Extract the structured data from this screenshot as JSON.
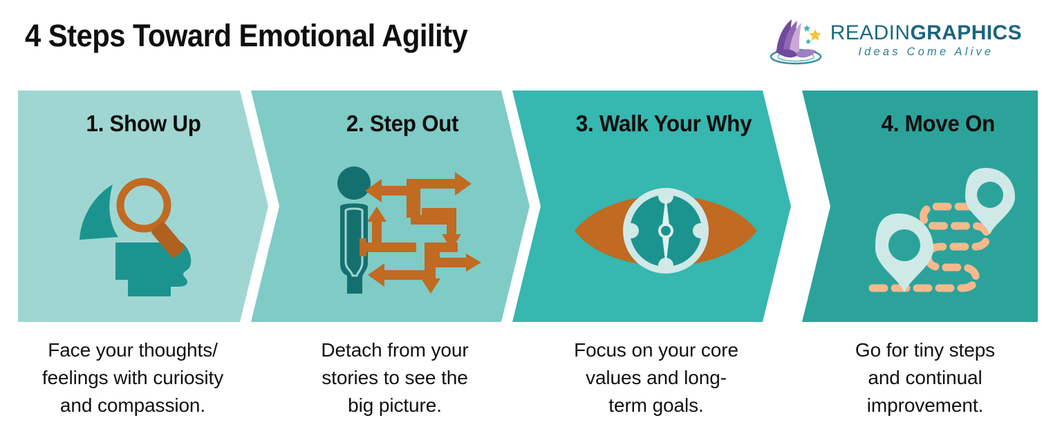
{
  "header": {
    "title": "4 Steps Toward Emotional Agility",
    "logo": {
      "word_regular": "READIN",
      "word_bold": "GRAPHICS",
      "tagline": "Ideas Come Alive",
      "mark_icon": "open-book-with-stars-logo-icon"
    }
  },
  "colors": {
    "band_1": "#9fd6d2",
    "band_2": "#7fcbc6",
    "band_3": "#36b7af",
    "band_4": "#2ba39b",
    "orange": "#c06a22",
    "deep_teal": "#1b9490",
    "dark_teal": "#1c6e6b",
    "pale_mint": "#cfe9e7",
    "peach": "#f6b98c",
    "logo_purple": "#7a4f9e",
    "logo_blue": "#1c6a85",
    "title_black": "#100f0f"
  },
  "steps": [
    {
      "title": "1. Show Up",
      "icon": "open-head-with-magnifier-icon",
      "caption": "Face your thoughts/ feelings with curiosity and compassion.",
      "caption_lines": [
        "Face your thoughts/",
        "feelings with curiosity",
        "and compassion."
      ]
    },
    {
      "title": "2. Step Out",
      "icon": "person-with-multidirectional-arrows-icon",
      "caption": "Detach from your stories to see the big picture.",
      "caption_lines": [
        "Detach from your",
        "stories to see the",
        "big picture."
      ]
    },
    {
      "title": "3. Walk Your Why",
      "icon": "eye-with-compass-icon",
      "caption": "Focus on your core values and long-term goals.",
      "caption_lines": [
        "Focus on your core",
        "values and long-",
        "term goals."
      ]
    },
    {
      "title": "4. Move On",
      "icon": "map-pins-with-dashed-route-icon",
      "caption": "Go for tiny steps and continual improvement.",
      "caption_lines": [
        "Go for tiny steps",
        "and continual",
        "improvement."
      ]
    }
  ]
}
